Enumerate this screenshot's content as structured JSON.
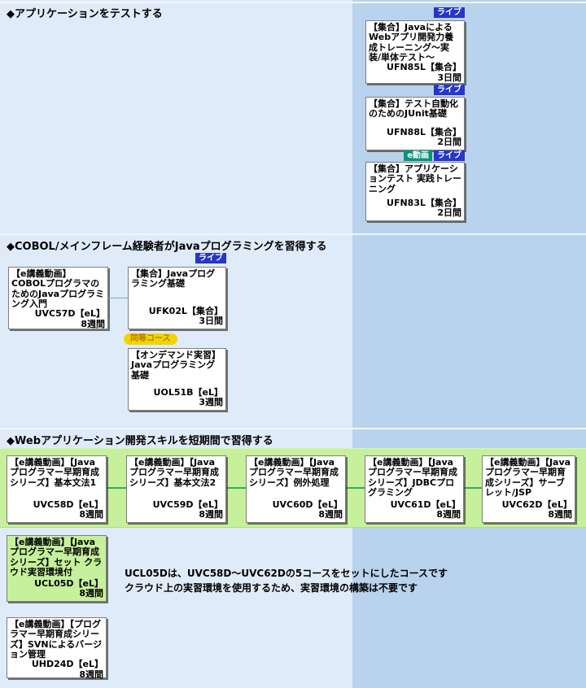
{
  "colors": {
    "background_left": "#e0ebf9",
    "background_right_column": "#b9d2ee",
    "green_band": "#c6f09b",
    "badge_live": "#2836c8",
    "badge_evideo": "#009579",
    "badge_equivalent_bg": "#eed600",
    "connector_green": "#3aa95f",
    "box_border": "#7d7d7d"
  },
  "badges": {
    "live": "ライブ",
    "evideo": "e動画",
    "equivalent": "同等コース"
  },
  "sections": {
    "test": {
      "title": "◆アプリケーションをテストする",
      "courses": [
        {
          "name": "【集合】JavaによるWebアプリ開発力養成トレーニング～実装/単体テスト～",
          "code": "UFN85L【集合】",
          "duration": "3日間"
        },
        {
          "name": "【集合】テスト自動化のためのJUnit基礎",
          "code": "UFN88L【集合】",
          "duration": "2日間"
        },
        {
          "name": "【集合】アプリケーションテスト 実践トレーニング",
          "code": "UFN83L【集合】",
          "duration": "2日間"
        }
      ]
    },
    "cobol": {
      "title": "◆COBOL/メインフレーム経験者がJavaプログラミングを習得する",
      "courses": [
        {
          "name": "【e講義動画】COBOLプログラマのためのJavaプログラミング入門",
          "code": "UVC57D【eL】",
          "duration": "8週間"
        },
        {
          "name": "【集合】Javaプログラミング基礎",
          "code": "UFK02L【集合】",
          "duration": "3日間"
        },
        {
          "name": "【オンデマンド実習】Javaプログラミング基礎",
          "code": "UOL51B【eL】",
          "duration": "3週間"
        }
      ]
    },
    "web": {
      "title": "◆Webアプリケーション開発スキルを短期間で習得する",
      "courses": [
        {
          "name": "【e講義動画】【Javaプログラマー早期育成シリーズ】基本文法1",
          "code": "UVC58D【eL】",
          "duration": "8週間"
        },
        {
          "name": "【e講義動画】【Javaプログラマー早期育成シリーズ】基本文法2",
          "code": "UVC59D【eL】",
          "duration": "8週間"
        },
        {
          "name": "【e講義動画】【Javaプログラマー早期育成シリーズ】例外処理",
          "code": "UVC60D【eL】",
          "duration": "8週間"
        },
        {
          "name": "【e講義動画】【Javaプログラマー早期育成シリーズ】JDBCプログラミング",
          "code": "UVC61D【eL】",
          "duration": "8週間"
        },
        {
          "name": "【e講義動画】【Javaプログラマー早期育成シリーズ】サーブレット/JSP",
          "code": "UVC62D【eL】",
          "duration": "8週間"
        }
      ],
      "set_course": {
        "name": "【e講義動画】【Javaプログラマー早期育成シリーズ】セット クラウド実習環境付",
        "code": "UCL05D【eL】",
        "duration": "8週間"
      },
      "svn_course": {
        "name": "【e講義動画】【プログラマー早期育成シリーズ】SVNによるバージョン管理",
        "code": "UHD24D【eL】",
        "duration": "8週間"
      },
      "note": {
        "line1": "UCL05Dは、UVC58D～UVC62Dの5コースをセットにしたコースです",
        "line2": "クラウド上の実習環境を使用するため、実習環境の構築は不要です"
      }
    }
  }
}
